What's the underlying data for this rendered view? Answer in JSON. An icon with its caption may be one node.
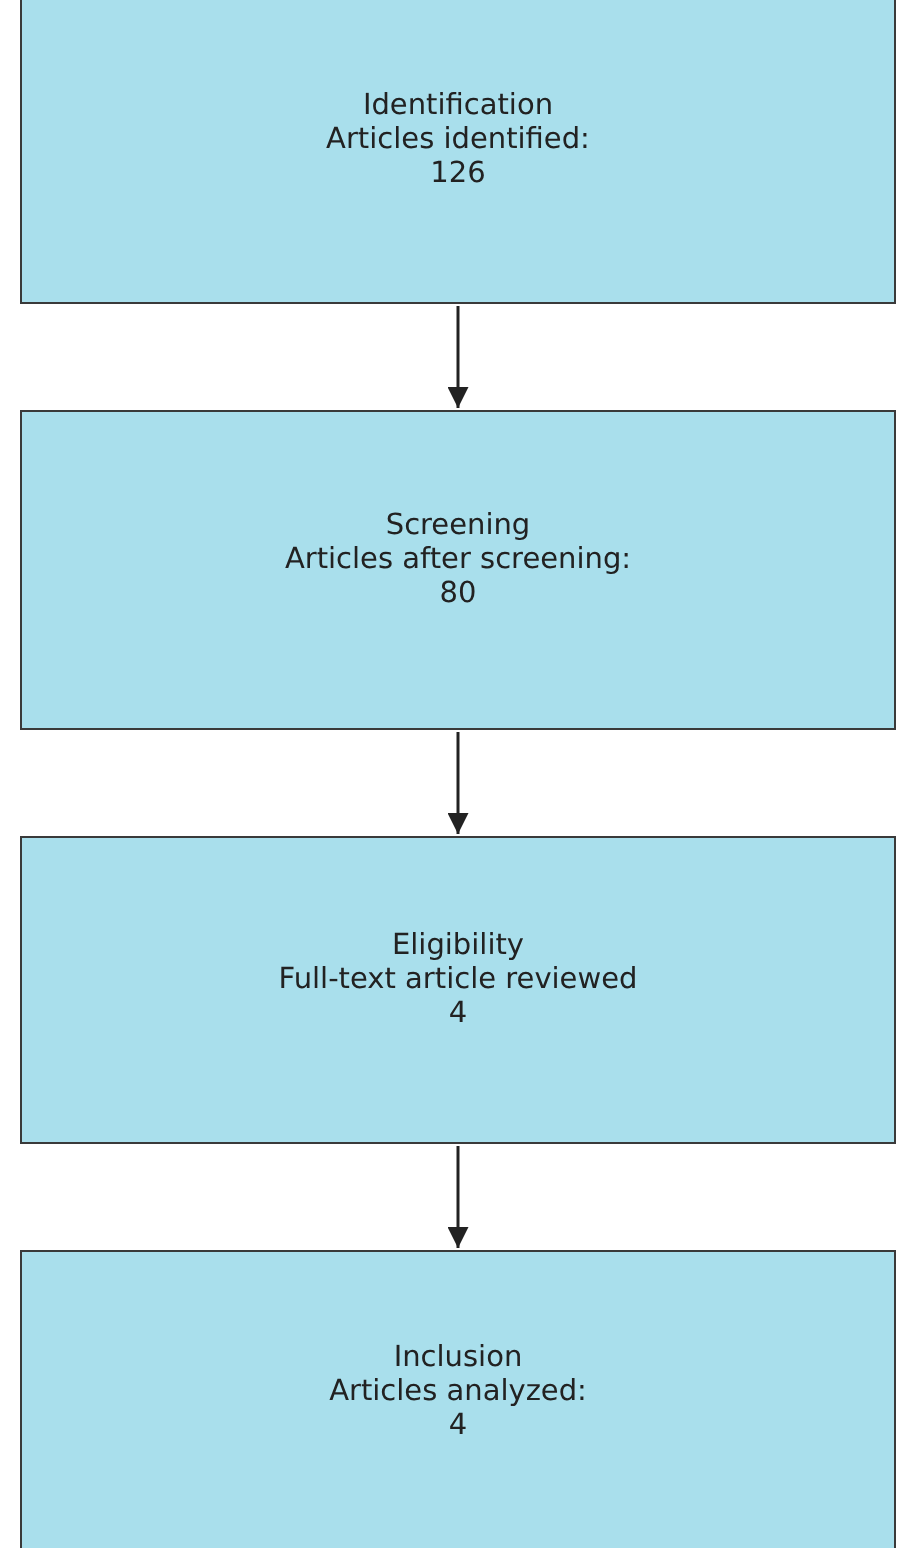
{
  "diagram": {
    "nodes": [
      {
        "text": [
          "Identification",
          "Articles identified:",
          "126"
        ]
      },
      {
        "text": [
          "Screening",
          "Articles after screening:",
          "80"
        ]
      },
      {
        "text": [
          "Eligibility",
          "Full-text article reviewed",
          "4"
        ]
      },
      {
        "text": [
          "Inclusion",
          "Articles analyzed:",
          "4"
        ]
      }
    ],
    "edges": [
      {
        "from": 0,
        "to": 1,
        "arrow": "to"
      },
      {
        "from": 1,
        "to": 2,
        "arrow": "to"
      },
      {
        "from": 2,
        "to": 3,
        "arrow": "to"
      }
    ]
  }
}
